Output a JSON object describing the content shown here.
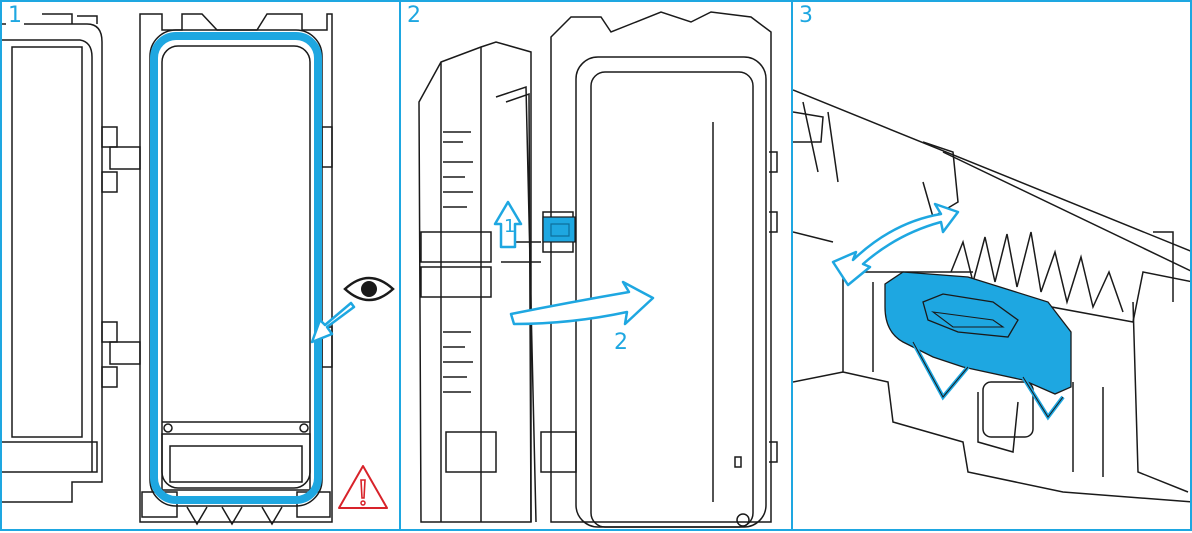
{
  "panels": [
    {
      "step": "1"
    },
    {
      "step": "2",
      "arrow_labels": [
        "1",
        "2"
      ]
    },
    {
      "step": "3"
    }
  ],
  "colors": {
    "accent": "#1ea7e1",
    "line": "#1a1a1a",
    "warning": "#d8232a"
  },
  "icons": [
    "eye-icon",
    "warning-icon",
    "arrow-up-icon",
    "curved-arrow-icon",
    "double-headed-arc-arrow-icon"
  ]
}
